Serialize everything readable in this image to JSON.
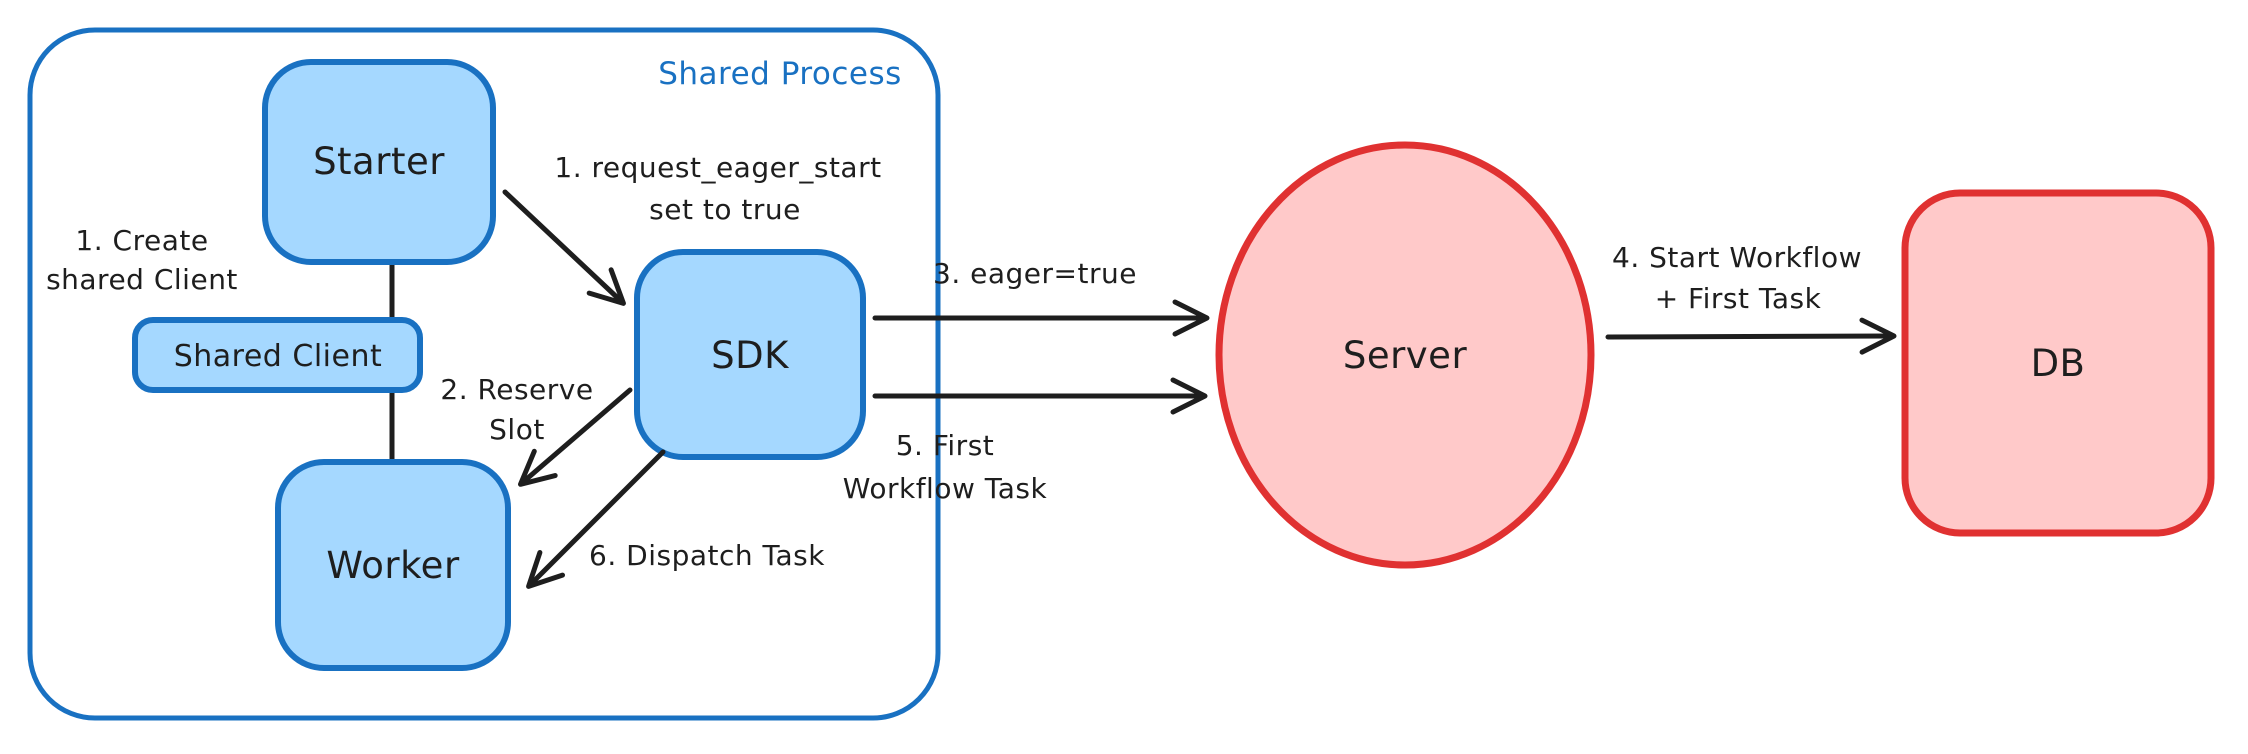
{
  "diagram": {
    "container": {
      "label": "Shared Process"
    },
    "nodes": {
      "starter": "Starter",
      "shared_client": "Shared Client",
      "worker": "Worker",
      "sdk": "SDK",
      "server": "Server",
      "db": "DB"
    },
    "annotations": {
      "create_shared_client": {
        "line1": "1. Create",
        "line2": "shared Client"
      },
      "request_eager_start": {
        "line1": "1. request_eager_start",
        "line2": "set to true"
      },
      "reserve_slot": {
        "line1": "2. Reserve",
        "line2": "Slot"
      },
      "eager_true": "3. eager=true",
      "start_workflow": {
        "line1": "4. Start Workflow",
        "line2": "+ First Task"
      },
      "first_workflow_task": {
        "line1": "5. First",
        "line2": "Workflow Task"
      },
      "dispatch_task": "6. Dispatch Task"
    },
    "colors": {
      "blue_stroke": "#1971c2",
      "blue_fill": "#a5d8ff",
      "red_stroke": "#e03131",
      "red_fill": "#ffc9c9",
      "text": "#1e1e1e",
      "label_blue": "#1971c2",
      "background": "#ffffff"
    }
  }
}
